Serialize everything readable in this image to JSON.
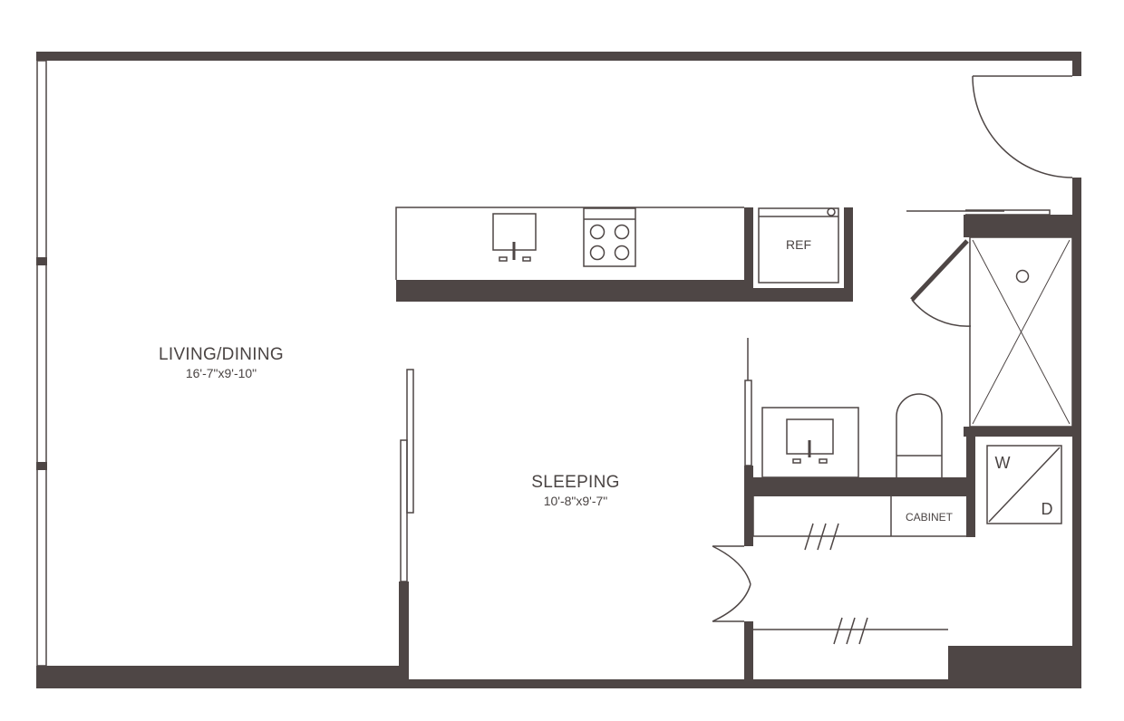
{
  "colors": {
    "wall": "#4e4645",
    "line": "#4e4645",
    "background": "#ffffff"
  },
  "rooms": {
    "living": {
      "name": "LIVING/DINING",
      "dimensions": "16'-7\"x9'-10\""
    },
    "sleeping": {
      "name": "SLEEPING",
      "dimensions": "10'-8\"x9'-7\""
    }
  },
  "fixtures": {
    "ref": "REF",
    "cabinet": "CABINET",
    "washer": "W",
    "dryer": "D"
  }
}
